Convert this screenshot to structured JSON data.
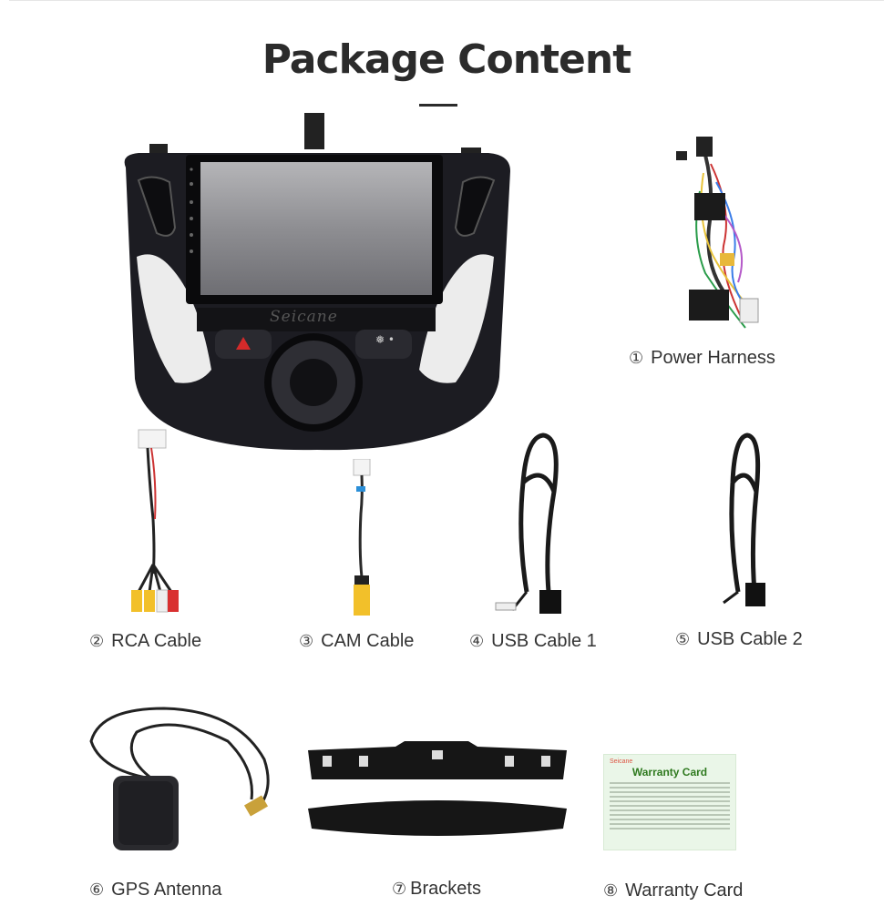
{
  "page": {
    "title": "Package Content"
  },
  "items": [
    {
      "num": "①",
      "label": "Power Harness"
    },
    {
      "num": "②",
      "label": "RCA Cable"
    },
    {
      "num": "③",
      "label": "CAM Cable"
    },
    {
      "num": "④",
      "label": "USB Cable 1"
    },
    {
      "num": "⑤",
      "label": "USB Cable 2"
    },
    {
      "num": "⑥",
      "label": "GPS Antenna"
    },
    {
      "num": "⑦",
      "label": "Brackets"
    },
    {
      "num": "⑧",
      "label": "Warranty Card"
    }
  ],
  "head_unit": {
    "brand_logo": "Seicane"
  },
  "warranty_card": {
    "brand": "Seicane",
    "title": "Warranty Card"
  },
  "colors": {
    "title": "#2b2b2b",
    "panel": "#1c1c22",
    "screen": "#8e8e92",
    "card_bg": "#eaf6e8",
    "card_title": "#2f7a1f"
  }
}
